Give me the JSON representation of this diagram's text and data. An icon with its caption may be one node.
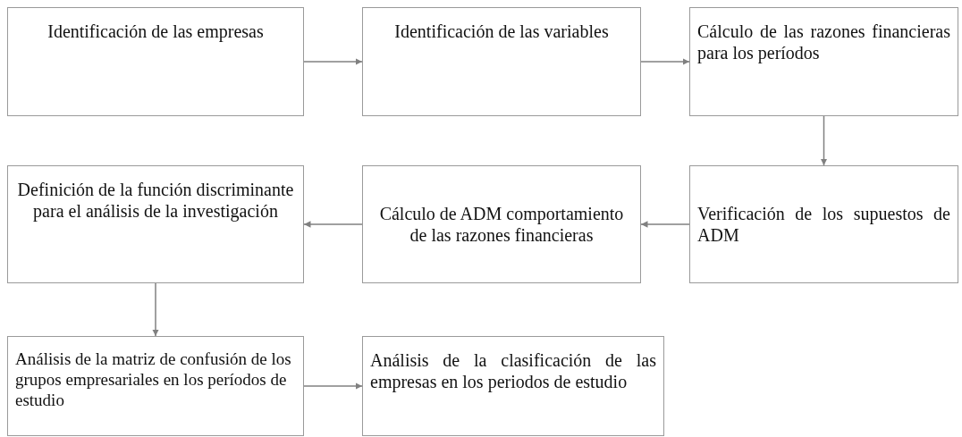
{
  "diagram": {
    "nodes": [
      {
        "text": [
          "Identificación de las empresas"
        ]
      },
      {
        "text": [
          "Identificación de las variables"
        ]
      },
      {
        "text": [
          "Cálculo de las razones financieras para los períodos"
        ]
      },
      {
        "text": [
          "Verificación de los supuestos de ADM"
        ]
      },
      {
        "text": [
          "Cálculo de ADM comportamiento de las razones financieras"
        ]
      },
      {
        "text": [
          "Definición de la función discriminante para el análisis de la investigación"
        ]
      },
      {
        "text": [
          "Análisis de la matriz de confusión de los grupos empresariales en los períodos de estudio"
        ]
      },
      {
        "text": [
          "Análisis de la clasificación de las empresas en los periodos de estudio"
        ]
      }
    ],
    "edges": [
      {
        "from": 0,
        "to": 1,
        "arrow": "to"
      },
      {
        "from": 1,
        "to": 2,
        "arrow": "to"
      },
      {
        "from": 2,
        "to": 3,
        "arrow": "to"
      },
      {
        "from": 3,
        "to": 4,
        "arrow": "to"
      },
      {
        "from": 4,
        "to": 5,
        "arrow": "to"
      },
      {
        "from": 5,
        "to": 6,
        "arrow": "to"
      },
      {
        "from": 6,
        "to": 7,
        "arrow": "to"
      }
    ]
  }
}
